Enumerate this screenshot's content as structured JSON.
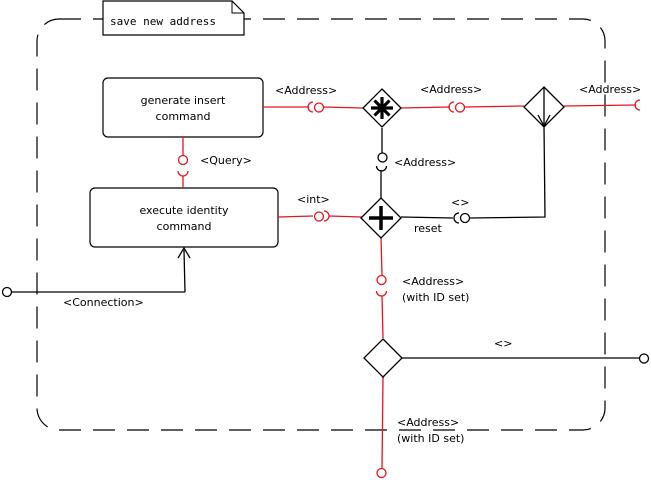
{
  "diagram": {
    "note": "save new address",
    "components": {
      "generate_insert": [
        "generate insert",
        "command"
      ],
      "execute_identity": [
        "execute identity",
        "command"
      ]
    },
    "labels": {
      "address_1": "<Address>",
      "address_2": "<Address>",
      "address_3": "<Address>",
      "address_4": "<Address>",
      "query": "<Query>",
      "int": "<int>",
      "empty_1": "<>",
      "reset": "reset",
      "address_id_1": [
        "<Address>",
        "(with ID set)"
      ],
      "connection": "<Connection>",
      "empty_2": "<>",
      "address_id_2": [
        "<Address>",
        "(with ID set)"
      ]
    },
    "colors": {
      "stroke": "#000000",
      "connector": "#e8141c",
      "fill": "#ffffff"
    }
  }
}
